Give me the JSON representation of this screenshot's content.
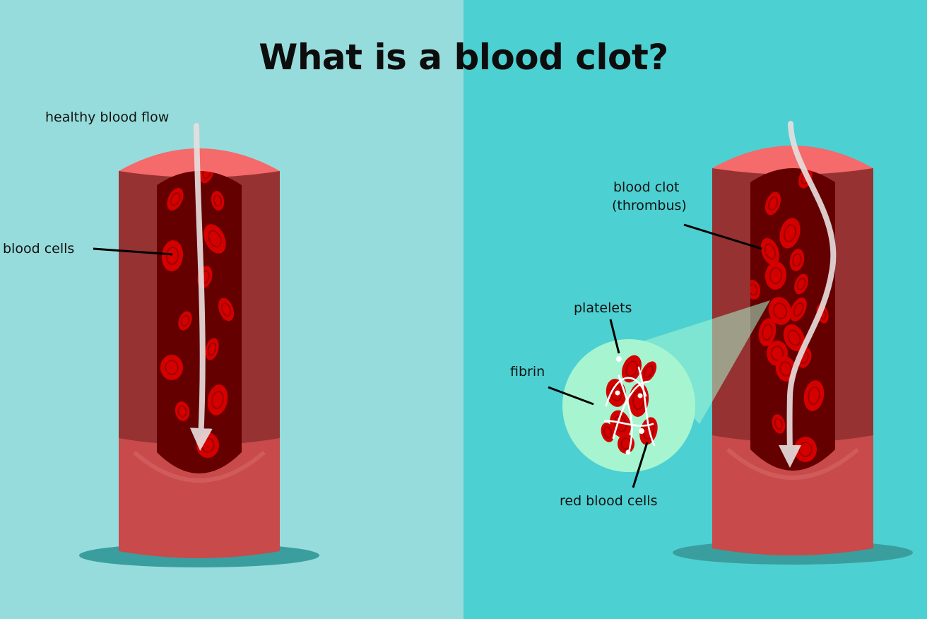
{
  "title": "What is a blood clot?",
  "colors": {
    "left_background": "#97dcdc",
    "right_background": "#4dd0d2",
    "vessel_outer_wall": "#963232",
    "vessel_top_rim": "#f56a6a",
    "vessel_lower_wall": "#c84a4a",
    "vessel_lumen": "#640000",
    "red_blood_cell": "#d40000",
    "flow_arrow": "#e8e0e0",
    "magnifier_bubble": "#a6f5d0",
    "shadow": "#3a9e9e"
  },
  "left_panel": {
    "flow_label": "healthy blood flow",
    "cells_label": "blood cells"
  },
  "right_panel": {
    "clot_label_line1": "blood clot",
    "clot_label_line2": "(thrombus)",
    "platelets_label": "platelets",
    "fibrin_label": "fibrin",
    "red_cells_label": "red blood cells"
  }
}
